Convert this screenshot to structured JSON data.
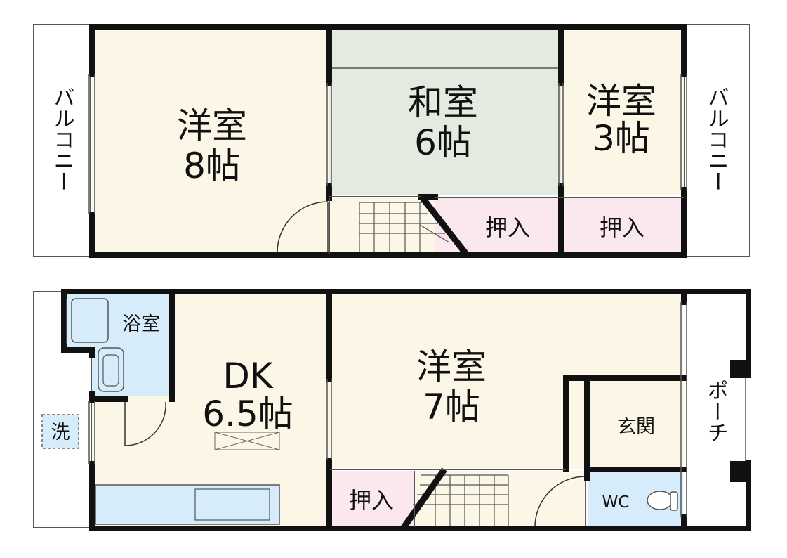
{
  "floorplan": {
    "upper": {
      "room_left": {
        "name": "洋室",
        "size": "8帖"
      },
      "room_center": {
        "name": "和室",
        "size": "6帖"
      },
      "room_right": {
        "name": "洋室",
        "size": "3帖"
      },
      "closet_center": "押入",
      "closet_right": "押入",
      "balcony_left": "バルコニー",
      "balcony_right": "バルコニー"
    },
    "lower": {
      "bath": "浴室",
      "dk": {
        "name": "DK",
        "size": "6.5帖"
      },
      "room": {
        "name": "洋室",
        "size": "7帖"
      },
      "entrance": "玄関",
      "wc": "WC",
      "closet": "押入",
      "laundry": "洗",
      "porch": "ポーチ"
    },
    "colors": {
      "western_room": "#fbf6e6",
      "japanese_room": "#e5eae0",
      "closet": "#fbe8ef",
      "water_area": "#d6ecfa",
      "wall": "#111111"
    }
  }
}
